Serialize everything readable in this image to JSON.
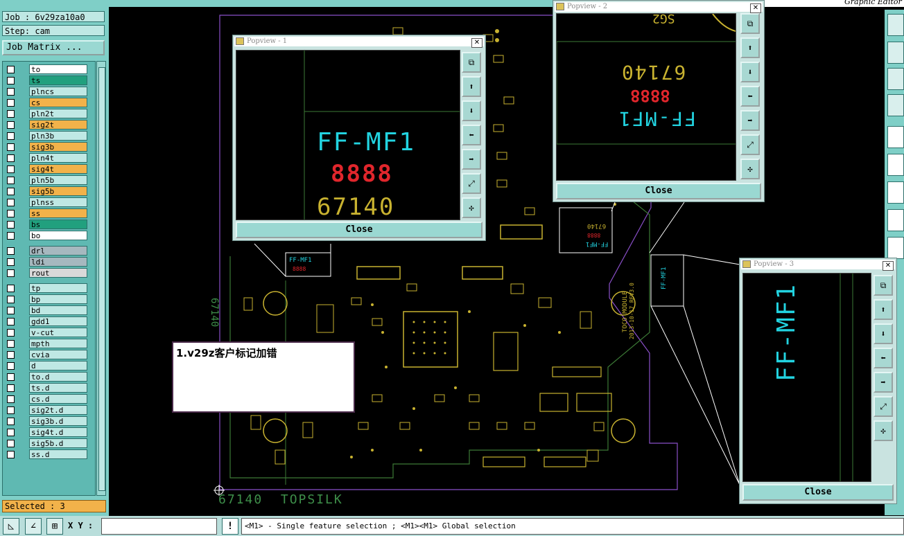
{
  "colors": {
    "panel": "#7fcfc7",
    "yellow_layer": "#f2b24a",
    "green_layer": "#21a07e",
    "silk": "#c8b230",
    "cyan_text": "#22d3e0",
    "red_text": "#e1262c"
  },
  "left_panel": {
    "job": "Job : 6v29za10a0",
    "step": "Step: cam",
    "job_matrix": "Job Matrix ...",
    "layers": [
      {
        "name": "to",
        "bg": "#ffffff"
      },
      {
        "name": "ts",
        "bg": "#21a07e"
      },
      {
        "name": "plncs",
        "bg": "#bfe8e4"
      },
      {
        "name": "cs",
        "bg": "#f2b24a"
      },
      {
        "name": "pln2t",
        "bg": "#bfe8e4"
      },
      {
        "name": "sig2t",
        "bg": "#f2b24a"
      },
      {
        "name": "pln3b",
        "bg": "#bfe8e4"
      },
      {
        "name": "sig3b",
        "bg": "#f2b24a"
      },
      {
        "name": "pln4t",
        "bg": "#bfe8e4"
      },
      {
        "name": "sig4t",
        "bg": "#f2b24a"
      },
      {
        "name": "pln5b",
        "bg": "#bfe8e4"
      },
      {
        "name": "sig5b",
        "bg": "#f2b24a"
      },
      {
        "name": "plnss",
        "bg": "#bfe8e4"
      },
      {
        "name": "ss",
        "bg": "#f2b24a"
      },
      {
        "name": "bs",
        "bg": "#21a07e"
      },
      {
        "name": "bo",
        "bg": "#ffffff"
      },
      {
        "name": "drl",
        "bg": "#a6b8bf"
      },
      {
        "name": "ldi",
        "bg": "#a6b8bf"
      },
      {
        "name": "rout",
        "bg": "#d9d9d9"
      },
      {
        "name": "tp",
        "bg": "#bfe8e4"
      },
      {
        "name": "bp",
        "bg": "#bfe8e4"
      },
      {
        "name": "bd",
        "bg": "#bfe8e4"
      },
      {
        "name": "gdd1",
        "bg": "#bfe8e4"
      },
      {
        "name": "v-cut",
        "bg": "#bfe8e4"
      },
      {
        "name": "mpth",
        "bg": "#bfe8e4"
      },
      {
        "name": "cvia",
        "bg": "#bfe8e4"
      },
      {
        "name": "d",
        "bg": "#bfe8e4"
      },
      {
        "name": "to.d",
        "bg": "#bfe8e4"
      },
      {
        "name": "ts.d",
        "bg": "#bfe8e4"
      },
      {
        "name": "cs.d",
        "bg": "#bfe8e4"
      },
      {
        "name": "sig2t.d",
        "bg": "#bfe8e4"
      },
      {
        "name": "sig3b.d",
        "bg": "#bfe8e4"
      },
      {
        "name": "sig4t.d",
        "bg": "#bfe8e4"
      },
      {
        "name": "sig5b.d",
        "bg": "#bfe8e4"
      },
      {
        "name": "ss.d",
        "bg": "#bfe8e4"
      }
    ],
    "selected": "Selected : 3"
  },
  "bottom_bar": {
    "xy_label": "X Y :",
    "xy_value": "",
    "alert": "!",
    "status": "<M1> - Single feature selection ; <M1><M1> Global selection"
  },
  "editor_title": "Graphic Editor",
  "popups": [
    {
      "title": "Popview - 1",
      "close": "Close",
      "text1": "FF-MF1",
      "text2": "8888",
      "text3": "67140"
    },
    {
      "title": "Popview - 2",
      "close": "Close",
      "text1": "FF-MF1",
      "text2": "8888",
      "text3": "67140",
      "text4": "SG2"
    },
    {
      "title": "Popview - 3",
      "close": "Close",
      "text1": "FF-MF1"
    }
  ],
  "board": {
    "bottom_label": "67140  TOPSILK",
    "side_label": "67140",
    "module_label": "TOCO MODULE",
    "date_label": "2013-10-17 REV3.0"
  },
  "note": "1.v29z客户标记加错"
}
